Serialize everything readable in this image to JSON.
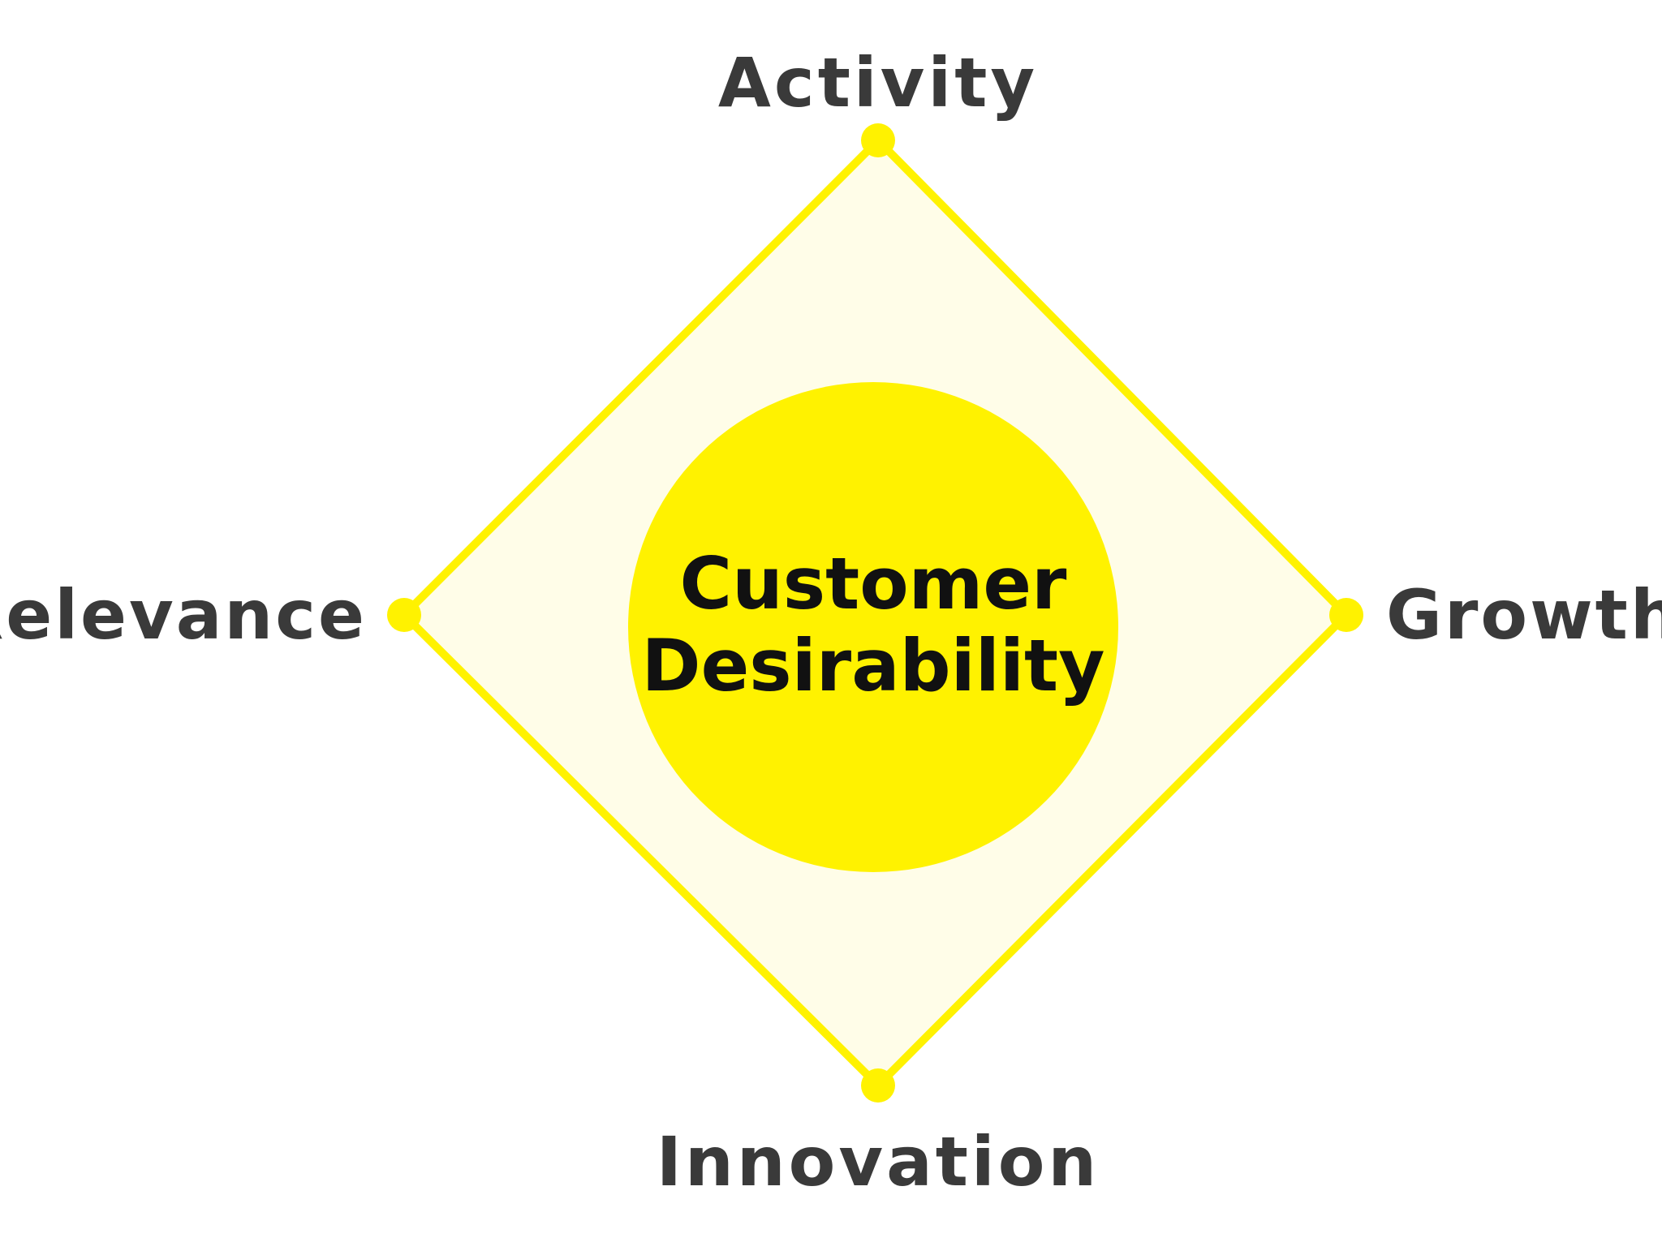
{
  "diagram": {
    "center": {
      "line1": "Customer",
      "line2": "Desirability"
    },
    "nodes": {
      "top": "Activity",
      "right": "Growth",
      "bottom": "Innovation",
      "left": "Relevance"
    },
    "colors": {
      "accent": "#fff200",
      "diamond_fill": "#fffde8",
      "label_text": "#3a3a3a",
      "center_text": "#111111"
    }
  }
}
